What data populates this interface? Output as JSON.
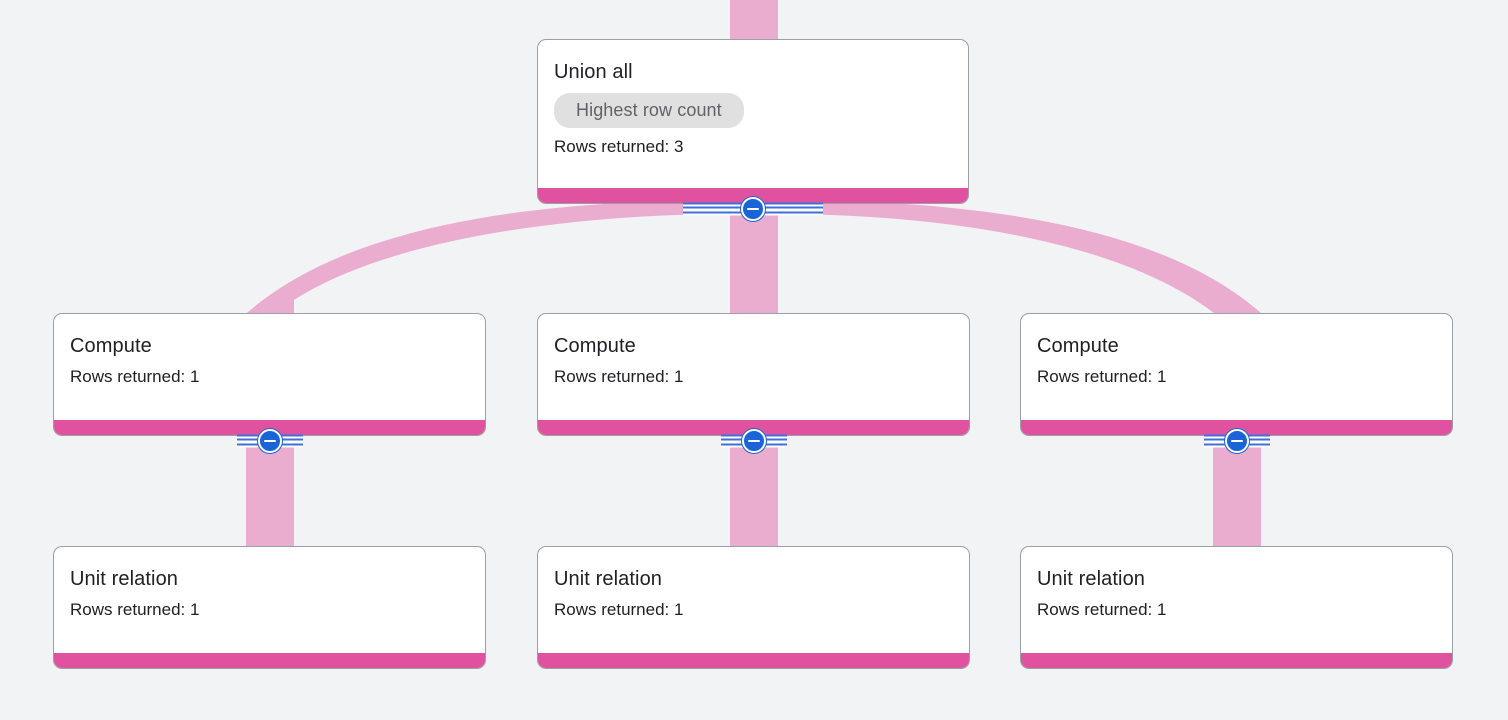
{
  "canvas": {
    "background_color": "#f1f3f4",
    "accent_color": "#e0529f",
    "edge_color": "#eaaccf",
    "collapse_button_color": "#1a64d8"
  },
  "nodes": [
    {
      "id": "union-all",
      "title": "Union all",
      "badge": "Highest row count",
      "rows": "Rows returned: 3",
      "collapse_icon": "collapse-minus-icon"
    },
    {
      "id": "compute-1",
      "title": "Compute",
      "rows": "Rows returned: 1",
      "collapse_icon": "collapse-minus-icon"
    },
    {
      "id": "compute-2",
      "title": "Compute",
      "rows": "Rows returned: 1",
      "collapse_icon": "collapse-minus-icon"
    },
    {
      "id": "compute-3",
      "title": "Compute",
      "rows": "Rows returned: 1",
      "collapse_icon": "collapse-minus-icon"
    },
    {
      "id": "unit-relation-1",
      "title": "Unit relation",
      "rows": "Rows returned: 1"
    },
    {
      "id": "unit-relation-2",
      "title": "Unit relation",
      "rows": "Rows returned: 1"
    },
    {
      "id": "unit-relation-3",
      "title": "Unit relation",
      "rows": "Rows returned: 1"
    }
  ]
}
